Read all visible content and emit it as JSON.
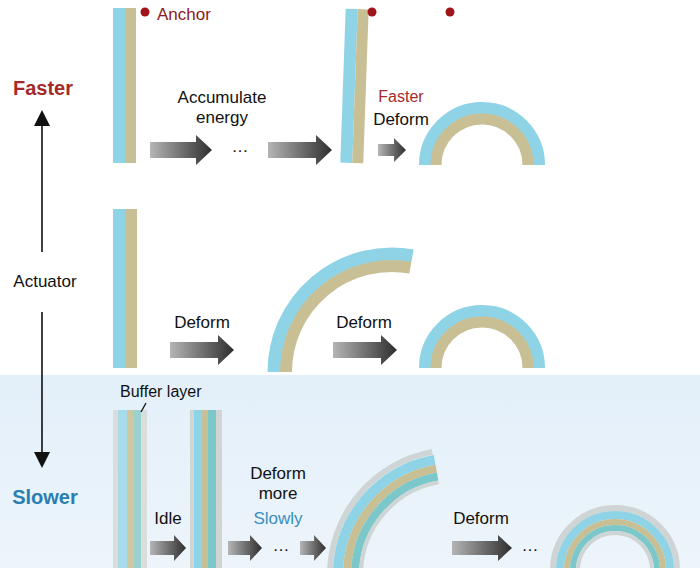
{
  "diagram": {
    "labels": [
      "Anchor",
      "Faster",
      "Accumulate energy",
      "…",
      "Faster",
      "Deform",
      "Actuator",
      "Deform",
      "Deform",
      "Buffer layer",
      "Slower",
      "Idle",
      "…",
      "Deform more",
      "Slowly",
      "Deform",
      "…"
    ]
  }
}
